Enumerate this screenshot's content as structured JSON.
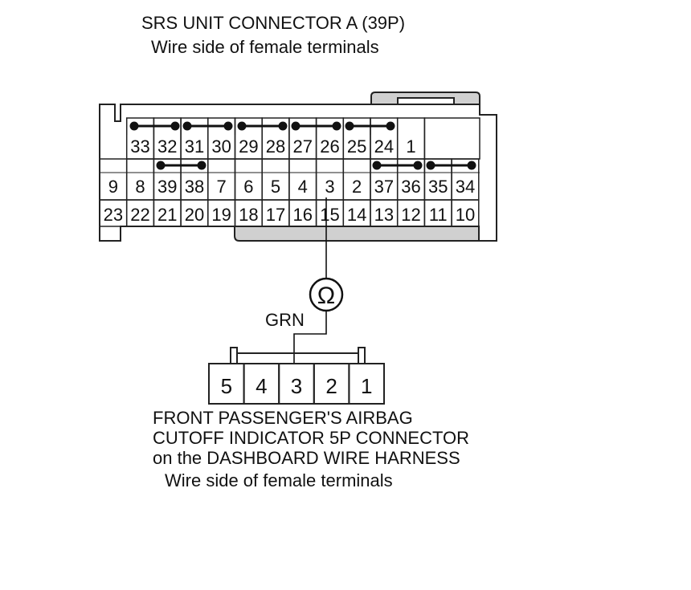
{
  "srs_connector": {
    "title": "SRS UNIT CONNECTOR A (39P)",
    "subtitle": "Wire side of female terminals",
    "row1": [
      "33",
      "32",
      "31",
      "30",
      "29",
      "28",
      "27",
      "26",
      "25",
      "24",
      "1"
    ],
    "row2": [
      "9",
      "8",
      "39",
      "38",
      "7",
      "6",
      "5",
      "4",
      "3",
      "2",
      "37",
      "36",
      "35",
      "34"
    ],
    "row3": [
      "23",
      "22",
      "21",
      "20",
      "19",
      "18",
      "17",
      "16",
      "15",
      "14",
      "13",
      "12",
      "11",
      "10"
    ]
  },
  "meter": {
    "symbol": "Ω"
  },
  "wire": {
    "color_label": "GRN"
  },
  "indicator_connector": {
    "pins": [
      "5",
      "4",
      "3",
      "2",
      "1"
    ],
    "title_lines": [
      "FRONT PASSENGER'S AIRBAG",
      "CUTOFF INDICATOR 5P CONNECTOR",
      "on the DASHBOARD WIRE HARNESS"
    ],
    "subtitle": "Wire side of female terminals"
  }
}
